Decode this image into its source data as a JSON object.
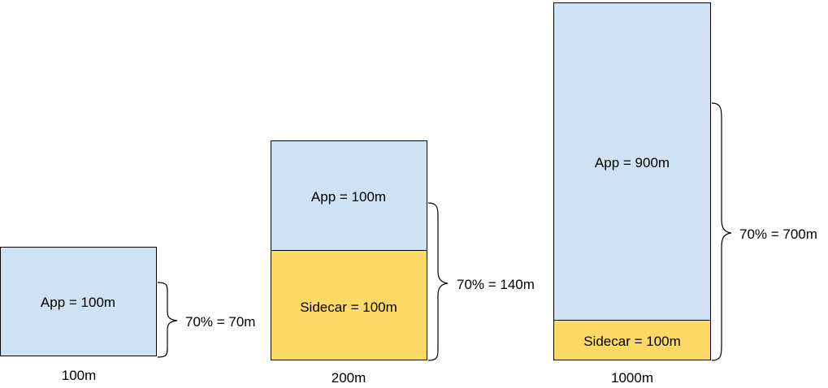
{
  "groups": [
    {
      "total_label": "100m",
      "percent_label": "70% = 70m",
      "app_label": "App = 100m",
      "sidecar_label": null
    },
    {
      "total_label": "200m",
      "percent_label": "70% = 140m",
      "app_label": "App = 100m",
      "sidecar_label": "Sidecar = 100m"
    },
    {
      "total_label": "1000m",
      "percent_label": "70% = 700m",
      "app_label": "App = 900m",
      "sidecar_label": "Sidecar = 100m"
    }
  ],
  "colors": {
    "app": "#cfe2f3",
    "sidecar": "#ffd966"
  }
}
